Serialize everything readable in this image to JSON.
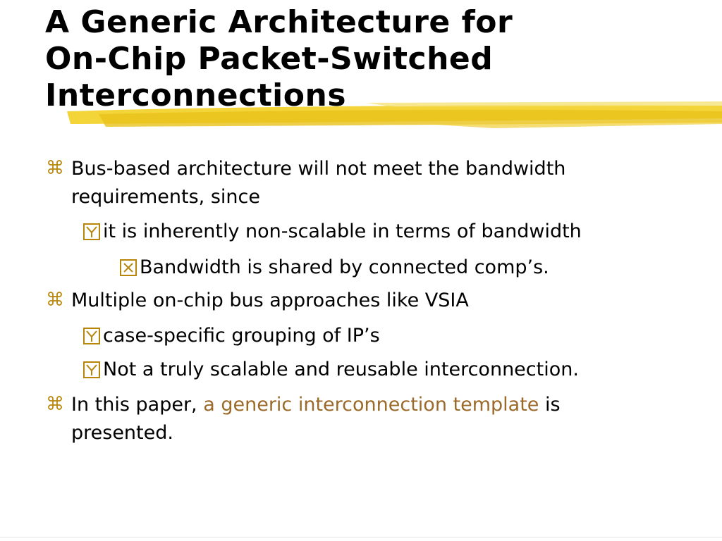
{
  "slide": {
    "title_lines": [
      "A Generic Architecture for",
      "On-Chip Packet-Switched",
      "Interconnections"
    ],
    "bullets": [
      {
        "level": 1,
        "icon": "command-key-icon",
        "lines": [
          "Bus-based architecture will not meet the bandwidth",
          "requirements, since"
        ]
      },
      {
        "level": 2,
        "icon": "checked-box-icon",
        "text": "it is inherently non-scalable in terms of bandwidth"
      },
      {
        "level": 3,
        "icon": "crossed-box-icon",
        "text": "Bandwidth is shared by connected comp’s."
      },
      {
        "level": 1,
        "icon": "command-key-icon",
        "text": "Multiple on-chip bus approaches like VSIA"
      },
      {
        "level": 2,
        "icon": "checked-box-icon",
        "text": "case-specific grouping of IP’s"
      },
      {
        "level": 2,
        "icon": "checked-box-icon",
        "text": "Not a truly scalable and reusable interconnection."
      },
      {
        "level": 1,
        "icon": "command-key-icon",
        "line1_before": "In this paper, ",
        "line1_highlight": "a generic interconnection template",
        "line1_after": " is",
        "line2": "presented."
      }
    ]
  },
  "colors": {
    "highlight_text": "#9b6a2a",
    "title_underline": "#f2d22e",
    "bullet_icon": "#b8860b"
  }
}
